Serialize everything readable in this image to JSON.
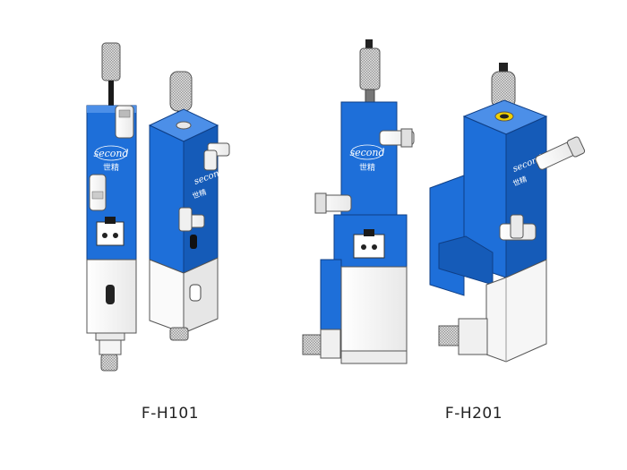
{
  "products": [
    {
      "model": "F-H101"
    },
    {
      "model": "F-H201"
    }
  ],
  "brand": {
    "logo_text": "second",
    "mark_text": "世精",
    "colors": {
      "body_blue": "#1E6FD9",
      "body_blue_dark": "#155BB8",
      "body_blue_light": "#4C8FE8",
      "base_white": "#F4F4F4",
      "metal": "#C9C9C9",
      "outline": "#3A3A3A"
    }
  }
}
